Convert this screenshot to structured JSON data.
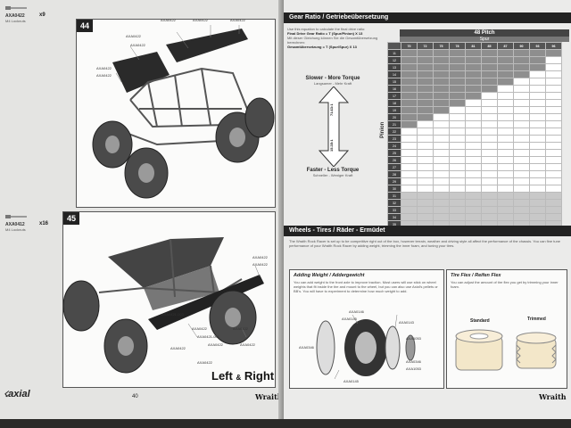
{
  "left_page": {
    "part_top": {
      "code": "AXA0422",
      "desc": "M4 Locknuts",
      "qty": "x9"
    },
    "part_bottom": {
      "code": "AXA0412",
      "desc": "M4 Locknuts",
      "qty": "x16"
    },
    "step44": {
      "number": "44",
      "labels": [
        "AXA0422",
        "AXA0422",
        "AXA0422",
        "AXA0422",
        "AXA0422",
        "AXA0422",
        "AXA0422"
      ]
    },
    "step45": {
      "number": "45",
      "labels": [
        "AXA0422",
        "AXA0422",
        "AXA0422",
        "AXA0422",
        "AXA0422",
        "AXA0422",
        "AXA0422",
        "AXA0422",
        "AXA0421-001",
        "AXA0421-003"
      ],
      "caption_main": "Left",
      "caption_amp": "&",
      "caption_end": "Right"
    },
    "brand": "axial",
    "page_number": "40",
    "model_logo": "Wraith"
  },
  "right_page": {
    "gear_section": {
      "title": "Gear Ratio / Getriebeübersetzung",
      "intro": [
        "Use this equation to calculate the final drive ratio:",
        "Final Drive Gear Ratio = T (Spur/Pinion) X 13",
        "",
        "Mit dieser Gleichung können Sie die Gesamtübersetzung berechnen:",
        "Gesamtübersetzung = T (Spur/Spur) X 13"
      ],
      "slower_title": "Slower - More Torque",
      "slower_sub": "Langsamer - Mehr Kraft",
      "faster_title": "Faster - Less Torque",
      "faster_sub": "Schneller - Weniger Kraft",
      "arrow_top_value": "71.63:1",
      "arrow_bottom_value": "15.35:1",
      "table_title": "48 Pitch",
      "spur_label": "Spur",
      "pinion_label": "Pinion",
      "spur_values": [
        "70",
        "72",
        "75",
        "78",
        "81",
        "85",
        "87",
        "90",
        "93",
        "96"
      ],
      "pinion_values": [
        "11",
        "12",
        "13",
        "14",
        "15",
        "16",
        "17",
        "18",
        "19",
        "20",
        "21",
        "22",
        "23",
        "24",
        "25",
        "26",
        "27",
        "28",
        "29",
        "30",
        "31",
        "32",
        "33",
        "34",
        "35"
      ],
      "rows": [
        [
          "",
          "",
          "",
          "",
          "",
          "",
          "",
          "",
          "",
          ""
        ],
        [
          "",
          "",
          "",
          "",
          "",
          "",
          "",
          "",
          "",
          ""
        ],
        [
          "",
          "",
          "",
          "",
          "",
          "",
          "",
          "",
          "",
          ""
        ],
        [
          "",
          "",
          "",
          "",
          "",
          "",
          "",
          "",
          "",
          ""
        ],
        [
          "",
          "",
          "",
          "",
          "",
          "",
          "",
          "",
          "",
          ""
        ],
        [
          "",
          "",
          "",
          "",
          "",
          "",
          "",
          "",
          "",
          ""
        ],
        [
          "",
          "",
          "",
          "",
          "",
          "",
          "",
          "",
          "",
          ""
        ],
        [
          "",
          "",
          "",
          "",
          "",
          "",
          "",
          "",
          "",
          ""
        ],
        [
          "",
          "",
          "",
          "",
          "",
          "",
          "",
          "",
          "",
          ""
        ],
        [
          "",
          "",
          "",
          "",
          "",
          "",
          "",
          "",
          "",
          ""
        ],
        [
          "",
          "",
          "",
          "",
          "",
          "",
          "",
          "",
          "",
          ""
        ],
        [
          "",
          "",
          "",
          "",
          "",
          "",
          "",
          "",
          "",
          ""
        ],
        [
          "",
          "",
          "",
          "",
          "",
          "",
          "",
          "",
          "",
          ""
        ],
        [
          "",
          "",
          "",
          "",
          "",
          "",
          "",
          "",
          "",
          ""
        ],
        [
          "",
          "",
          "",
          "",
          "",
          "",
          "",
          "",
          "",
          ""
        ],
        [
          "",
          "",
          "",
          "",
          "",
          "",
          "",
          "",
          "",
          ""
        ],
        [
          "",
          "",
          "",
          "",
          "",
          "",
          "",
          "",
          "",
          ""
        ],
        [
          "",
          "",
          "",
          "",
          "",
          "",
          "",
          "",
          "",
          ""
        ],
        [
          "",
          "",
          "",
          "",
          "",
          "",
          "",
          "",
          "",
          ""
        ],
        [
          "",
          "",
          "",
          "",
          "",
          "",
          "",
          "",
          "",
          ""
        ],
        [
          "",
          "",
          "",
          "",
          "",
          "",
          "",
          "",
          "",
          ""
        ],
        [
          "",
          "",
          "",
          "",
          "",
          "",
          "",
          "",
          "",
          ""
        ],
        [
          "",
          "",
          "",
          "",
          "",
          "",
          "",
          "",
          "",
          ""
        ],
        [
          "",
          "",
          "",
          "",
          "",
          "",
          "",
          "",
          "",
          ""
        ],
        [
          "",
          "",
          "",
          "",
          "",
          "",
          "",
          "",
          "",
          ""
        ]
      ]
    },
    "wheels_section": {
      "title": "Wheels - Tires / Räder - Ermüdet",
      "intro": "The Wraith Rock Racer is set up to be competitive right out of the box, however terrain, weather and driving style all affect the performance of the chassis. You can fine tune performance of your Wraith Rock Racer by adding weight, trimming the inner foam, and tuning your tires.",
      "weight_box": {
        "title": "Adding Weight / Addergewicht",
        "text": "You can add weight to the front axle to improve traction. Most users will use stick on wheel weights that fit inside the tire and mount to the wheel, but you can also use Axial's pellets or BB's. You will have to experiment to determine how much weight to add.",
        "parts": [
          "AXA0146",
          "AXA0145",
          "AXA0143",
          "AXA1053",
          "AXA0346",
          "AXA0346",
          "AXA1053",
          "AXA0145"
        ]
      },
      "flex_box": {
        "title": "Tire Flex / Reifen Flex",
        "text": "You can adjust the amount of tire flex you get by trimming your inner foam.",
        "standard_label": "Standard",
        "trimmed_label": "Trimmed"
      }
    },
    "model_logo": "Wraith"
  },
  "colors": {
    "panel_border": "#555555",
    "header_bg": "#222222",
    "cell_dark": "#8e8e8e",
    "cell_mid": "#c8c8c8"
  }
}
